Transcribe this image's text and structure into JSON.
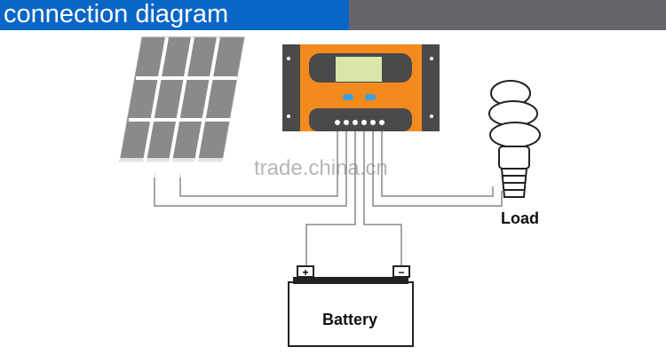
{
  "header": {
    "title": "connection diagram",
    "colors": {
      "left": "#0a66c6",
      "right": "#68646b"
    }
  },
  "labels": {
    "load": "Load",
    "battery": "Battery"
  },
  "watermark": "trade.china.cn",
  "battery_terminals": {
    "positive": "+",
    "negative": "−"
  },
  "controller": {
    "color": "#f28a1e",
    "body_color": "#4a4a4a",
    "lcd_color": "#d8e8a8",
    "button_color": "#3aa0e0"
  }
}
